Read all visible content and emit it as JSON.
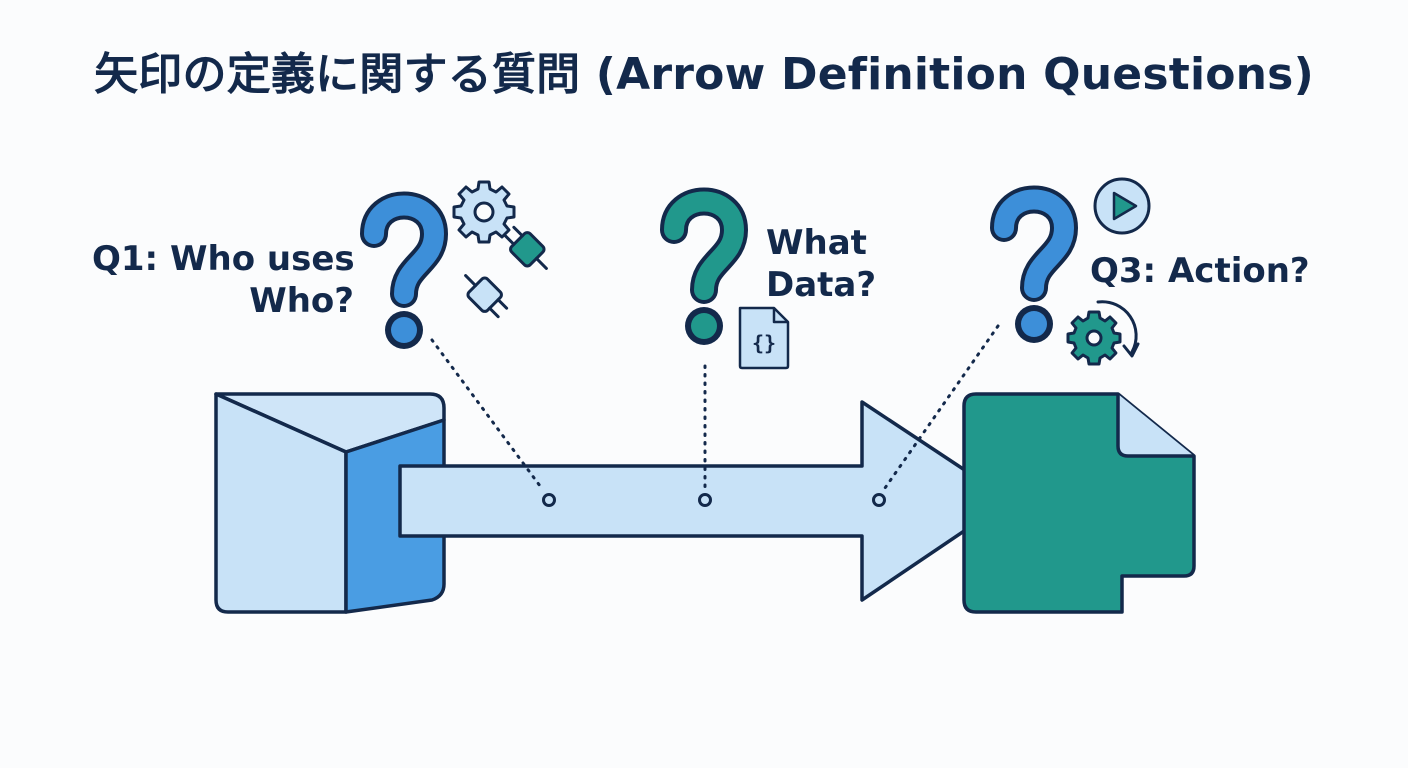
{
  "title": "矢印の定義に関する質問 (Arrow Definition Questions)",
  "questions": [
    {
      "line1": "Q1: Who uses",
      "line2": "Who?"
    },
    {
      "line1": "What",
      "line2": "Data?"
    },
    {
      "line1": "Q3: Action?"
    }
  ],
  "icons": {
    "q1": [
      "gear-icon",
      "plug-icon"
    ],
    "q2": [
      "json-file-icon"
    ],
    "q3": [
      "play-icon",
      "gear-refresh-icon"
    ]
  },
  "json_file_glyph": "{}",
  "colors": {
    "navy": "#13294b",
    "blue": "#3d8fd9",
    "light_blue": "#c8e2f7",
    "teal": "#21988c",
    "mid_blue": "#4a9de3"
  }
}
